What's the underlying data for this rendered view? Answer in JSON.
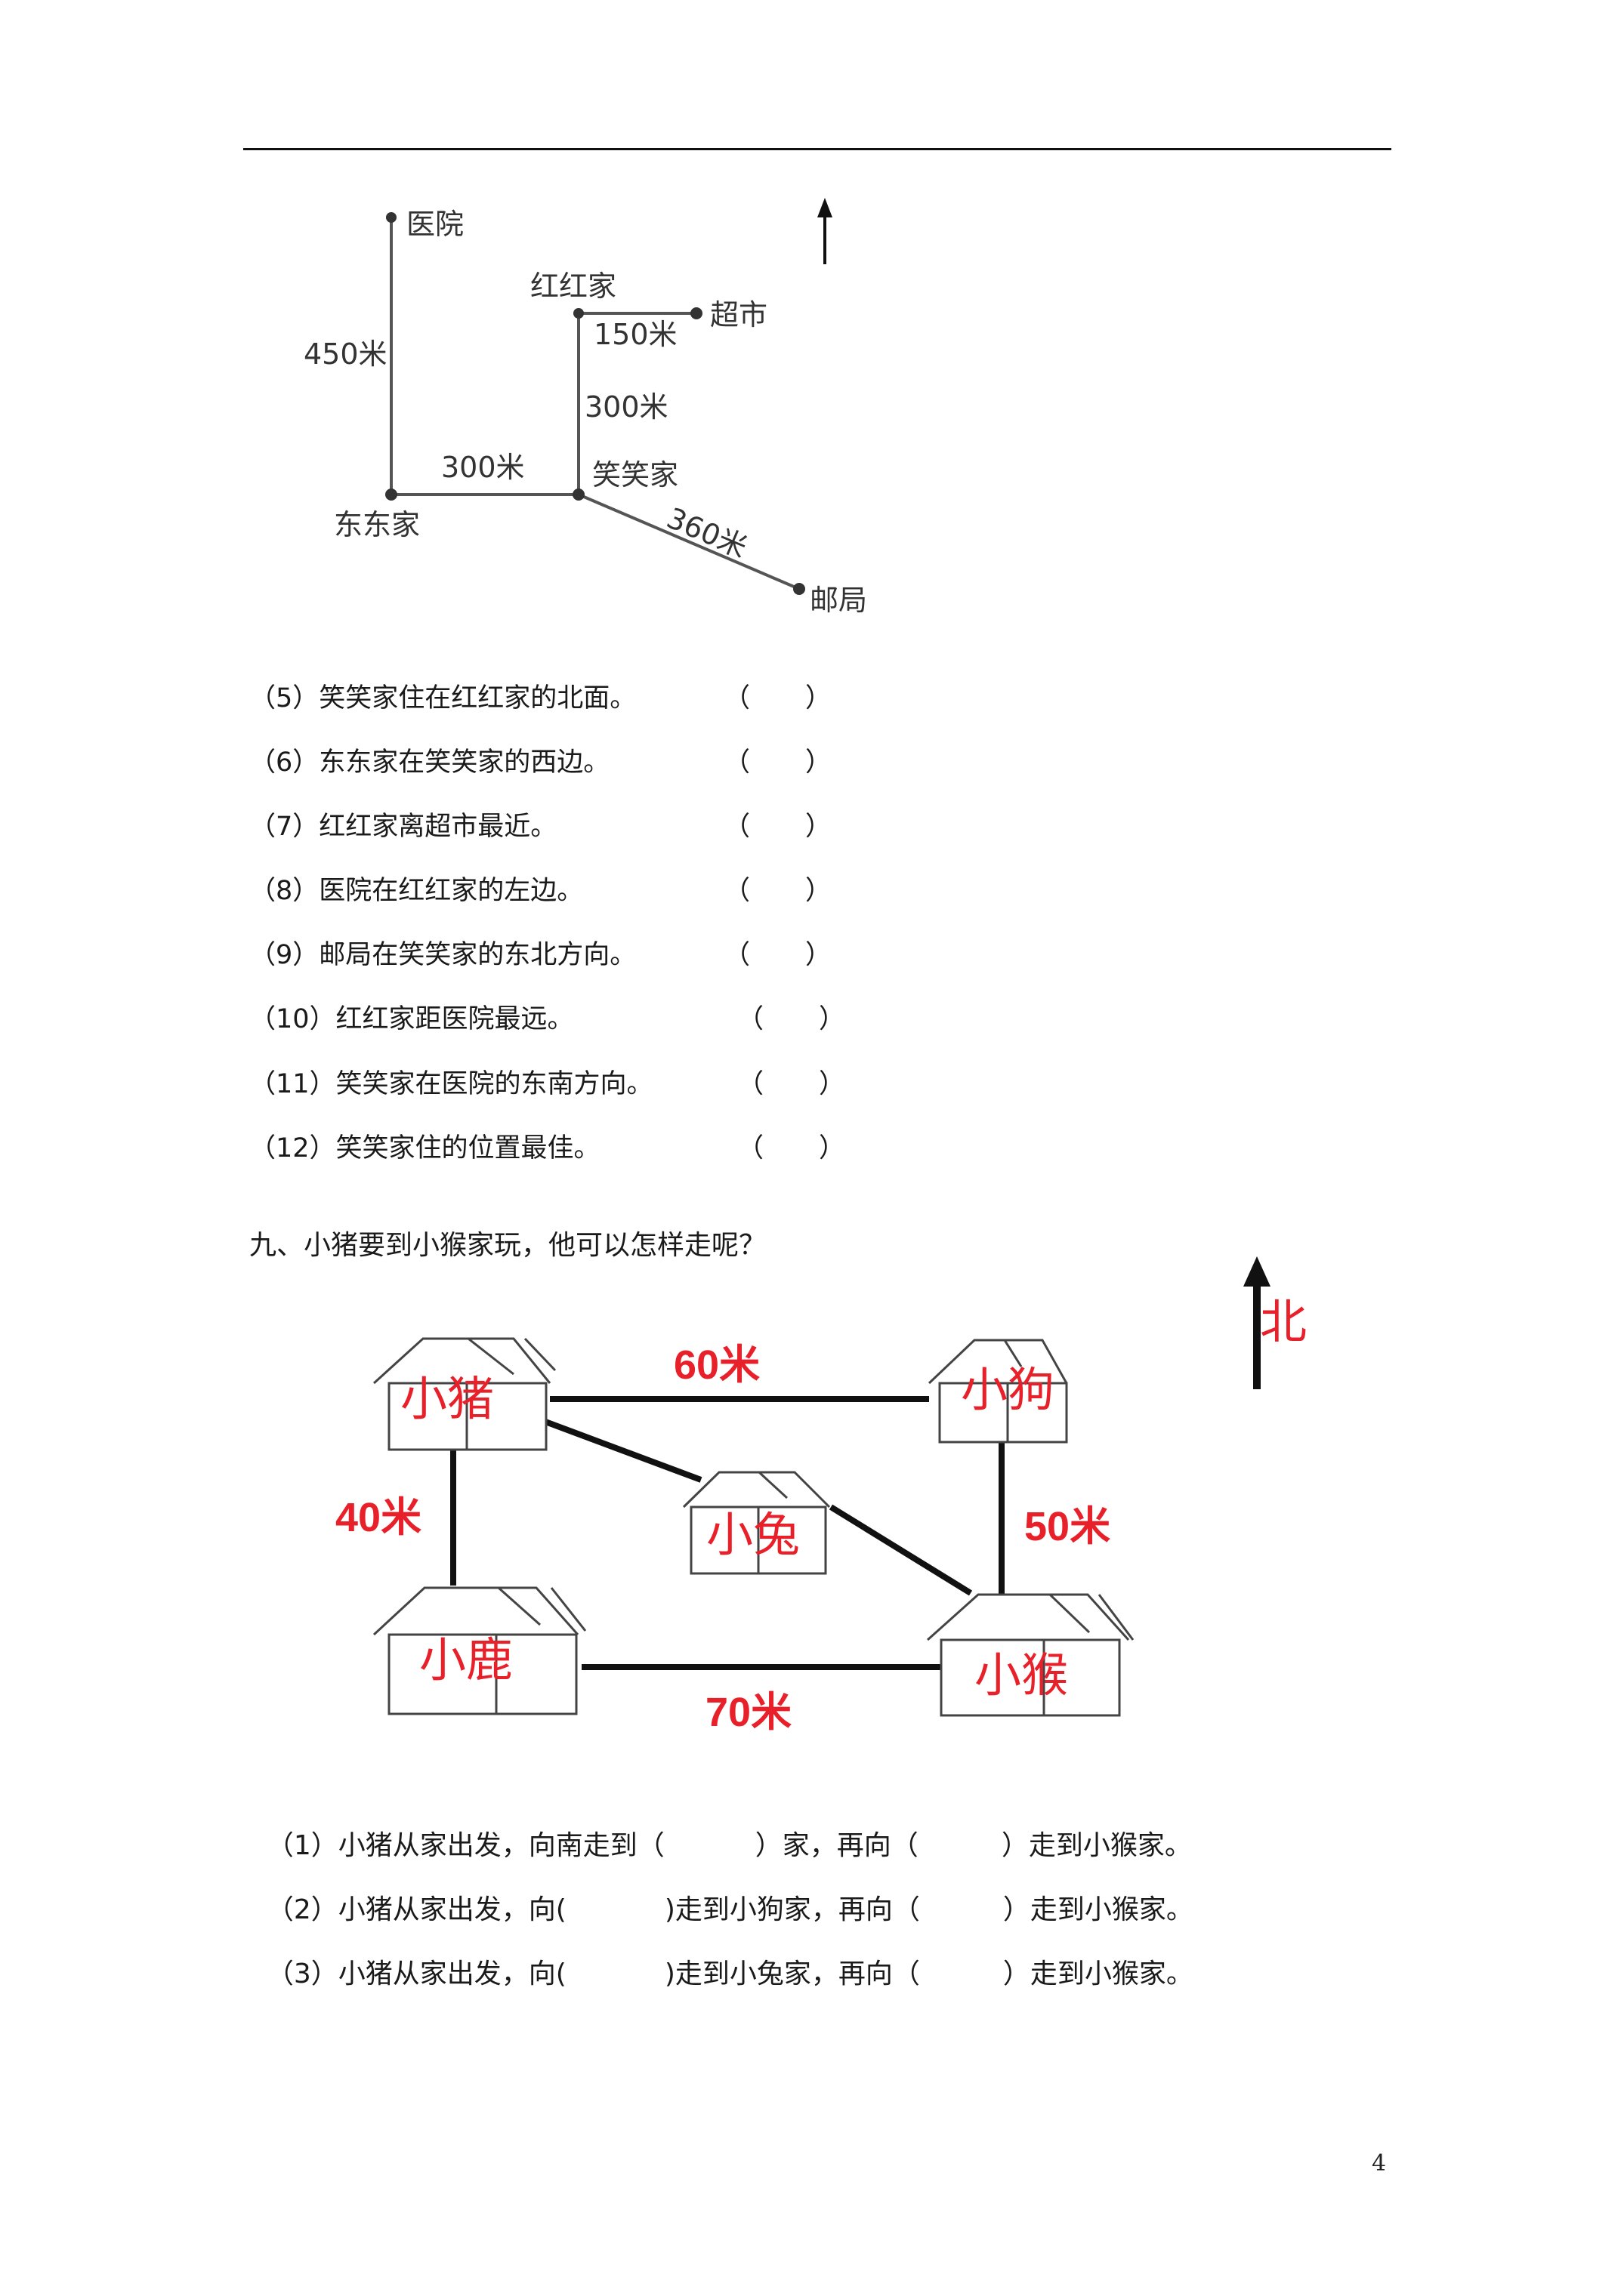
{
  "map1": {
    "places": {
      "hospital": "医院",
      "honghong": "红红家",
      "supermarket": "超市",
      "xiaoxiao": "笑笑家",
      "dongdong": "东东家",
      "post": "邮局"
    },
    "distances": {
      "hospital_dongdong": "450米",
      "honghong_supermarket": "150米",
      "honghong_xiaoxiao": "300米",
      "dongdong_xiaoxiao": "300米",
      "xiaoxiao_post": "360米"
    }
  },
  "questions": [
    {
      "text": "（5）笑笑家住在红红家的北面。",
      "paren_open": "（",
      "paren_close": "）"
    },
    {
      "text": "（6）东东家在笑笑家的西边。",
      "paren_open": "（",
      "paren_close": "）"
    },
    {
      "text": "（7）红红家离超市最近。",
      "paren_open": "（",
      "paren_close": "）"
    },
    {
      "text": "（8）医院在红红家的左边。",
      "paren_open": "（",
      "paren_close": "）"
    },
    {
      "text": "（9）邮局在笑笑家的东北方向。",
      "paren_open": "（",
      "paren_close": "）"
    },
    {
      "text": "（10）红红家距医院最远。",
      "paren_open": "（",
      "paren_close": "）"
    },
    {
      "text": "（11）笑笑家在医院的东南方向。",
      "paren_open": "（",
      "paren_close": "）"
    },
    {
      "text": "（12）笑笑家住的位置最佳。",
      "paren_open": "（",
      "paren_close": "）"
    }
  ],
  "section9": {
    "title": "九、小猪要到小猴家玩，他可以怎样走呢？",
    "north": "北",
    "houses": {
      "pig": "小猪",
      "dog": "小狗",
      "rabbit": "小兔",
      "deer": "小鹿",
      "monkey": "小猴"
    },
    "distances": {
      "pig_dog": "60米",
      "pig_deer": "40米",
      "dog_monkey": "50米",
      "deer_monkey": "70米"
    },
    "fills": [
      {
        "a": "（1）小猪从家出发，向南走到（",
        "b": "）家，再向（",
        "c": "）走到小猴家。"
      },
      {
        "a": "（2）小猪从家出发，向(",
        "b": ")走到小狗家，再向（",
        "c": "）走到小猴家。"
      },
      {
        "a": "（3）小猪从家出发，向(",
        "b": ")走到小兔家，再向（",
        "c": "）走到小猴家。"
      }
    ]
  },
  "page_number": "4",
  "colors": {
    "house_label": "#e8202a",
    "distance_label": "#e8202a",
    "line": "#111111"
  }
}
